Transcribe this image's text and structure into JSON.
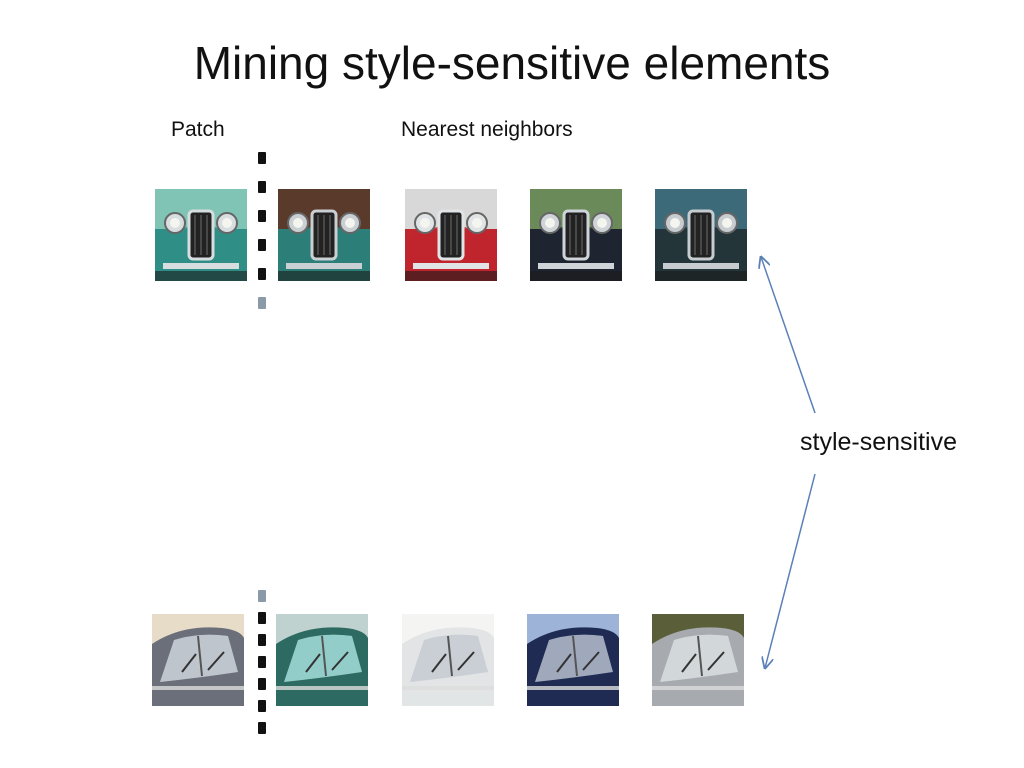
{
  "slide": {
    "title": "Mining style-sensitive elements",
    "patch_label": "Patch",
    "neighbors_label": "Nearest neighbors",
    "annotation": "style-sensitive",
    "arrow_color": "#5b80b8"
  },
  "rows": [
    {
      "name": "grille-row",
      "thumbs": [
        {
          "name": "patch-teal-grille",
          "theme": "grille",
          "body": "#2f8f86",
          "bg": "#7fc4b5",
          "metal": "#d8dde0"
        },
        {
          "name": "patch-teal-grille-2",
          "theme": "grille",
          "body": "#2c7f78",
          "bg": "#5a3a2a",
          "metal": "#c9cfd2"
        },
        {
          "name": "neighbor-red-grille",
          "theme": "grille",
          "body": "#c0262e",
          "bg": "#d8d8d8",
          "metal": "#e1e4e6"
        },
        {
          "name": "neighbor-black-grille",
          "theme": "grille",
          "body": "#1f2430",
          "bg": "#6b8a5a",
          "metal": "#cfd4d8"
        },
        {
          "name": "neighbor-dark-teal-grille",
          "theme": "grille",
          "body": "#23353a",
          "bg": "#3d6a78",
          "metal": "#c6ccd0"
        }
      ]
    },
    {
      "name": "windshield-row",
      "thumbs": [
        {
          "name": "patch-gray-windshield",
          "theme": "windshield",
          "body": "#6b6f7a",
          "bg": "#e6dcc8",
          "metal": "#c9ced6"
        },
        {
          "name": "patch-green-windshield",
          "theme": "windshield",
          "body": "#2d6a62",
          "bg": "#bfd2cf",
          "metal": "#9fd8d6"
        },
        {
          "name": "neighbor-white-windshield",
          "theme": "windshield",
          "body": "#e2e4e6",
          "bg": "#f4f4f2",
          "metal": "#c7ccd2"
        },
        {
          "name": "neighbor-navy-windshield",
          "theme": "windshield",
          "body": "#1f2b52",
          "bg": "#9db4d8",
          "metal": "#aeb7c7"
        },
        {
          "name": "neighbor-silver-windshield",
          "theme": "windshield",
          "body": "#a7abb0",
          "bg": "#5a5f3a",
          "metal": "#d7dbdf"
        }
      ]
    }
  ]
}
